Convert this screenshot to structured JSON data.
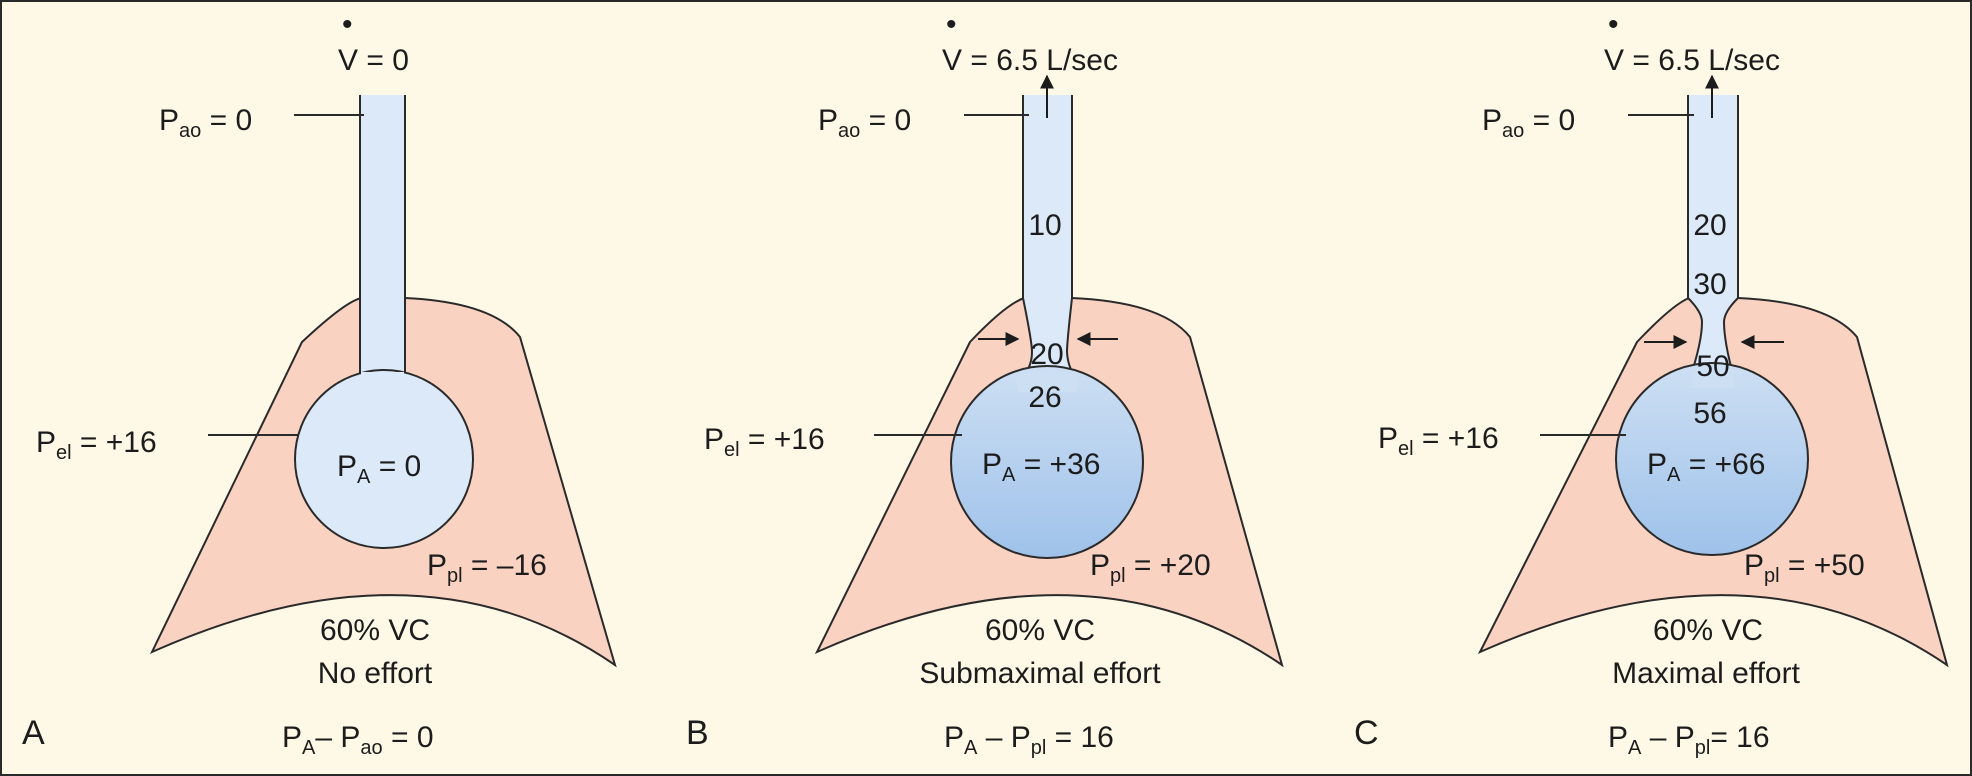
{
  "colors": {
    "background": "#fdf9e6",
    "pleural": "#f9d2c2",
    "airway": "#dce9f8",
    "alveolus_pressurized": "#a8c8ec",
    "stroke": "#2a2a2a"
  },
  "panels": [
    {
      "letter": "A",
      "flow": {
        "symbol": "V",
        "value": "= 0"
      },
      "pao": {
        "main": "P",
        "sub": "ao",
        "value": " = 0"
      },
      "pel": {
        "main": "P",
        "sub": "el",
        "value": " = +16"
      },
      "palv": {
        "main": "P",
        "sub": "A",
        "value": " = 0"
      },
      "ppl": {
        "main": "P",
        "sub": "pl",
        "value": " = –16"
      },
      "airway_pressures": [],
      "volume": "60% VC",
      "effort": "No effort",
      "equation": {
        "a": "P",
        "a_sub": "A",
        "mid": "– P",
        "b_sub": "ao",
        "rest": " = 0"
      }
    },
    {
      "letter": "B",
      "flow": {
        "symbol": "V",
        "value": "= 6.5 L/sec"
      },
      "pao": {
        "main": "P",
        "sub": "ao",
        "value": " = 0"
      },
      "pel": {
        "main": "P",
        "sub": "el",
        "value": " = +16"
      },
      "palv": {
        "main": "P",
        "sub": "A",
        "value": " = +36"
      },
      "ppl": {
        "main": "P",
        "sub": "pl",
        "value": " = +20"
      },
      "airway_pressures": [
        "10",
        "20",
        "26"
      ],
      "volume": "60% VC",
      "effort": "Submaximal effort",
      "equation": {
        "a": "P",
        "a_sub": "A",
        "mid": " – P",
        "b_sub": "pl",
        "rest": " = 16"
      }
    },
    {
      "letter": "C",
      "flow": {
        "symbol": "V",
        "value": "= 6.5 L/sec"
      },
      "pao": {
        "main": "P",
        "sub": "ao",
        "value": " = 0"
      },
      "pel": {
        "main": "P",
        "sub": "el",
        "value": " = +16"
      },
      "palv": {
        "main": "P",
        "sub": "A",
        "value": " = +66"
      },
      "ppl": {
        "main": "P",
        "sub": "pl",
        "value": " = +50"
      },
      "airway_pressures": [
        "20",
        "30",
        "50",
        "56"
      ],
      "volume": "60% VC",
      "effort": "Maximal effort",
      "equation": {
        "a": "P",
        "a_sub": "A",
        "mid": " – P",
        "b_sub": "pl",
        "rest": "= 16"
      }
    }
  ]
}
